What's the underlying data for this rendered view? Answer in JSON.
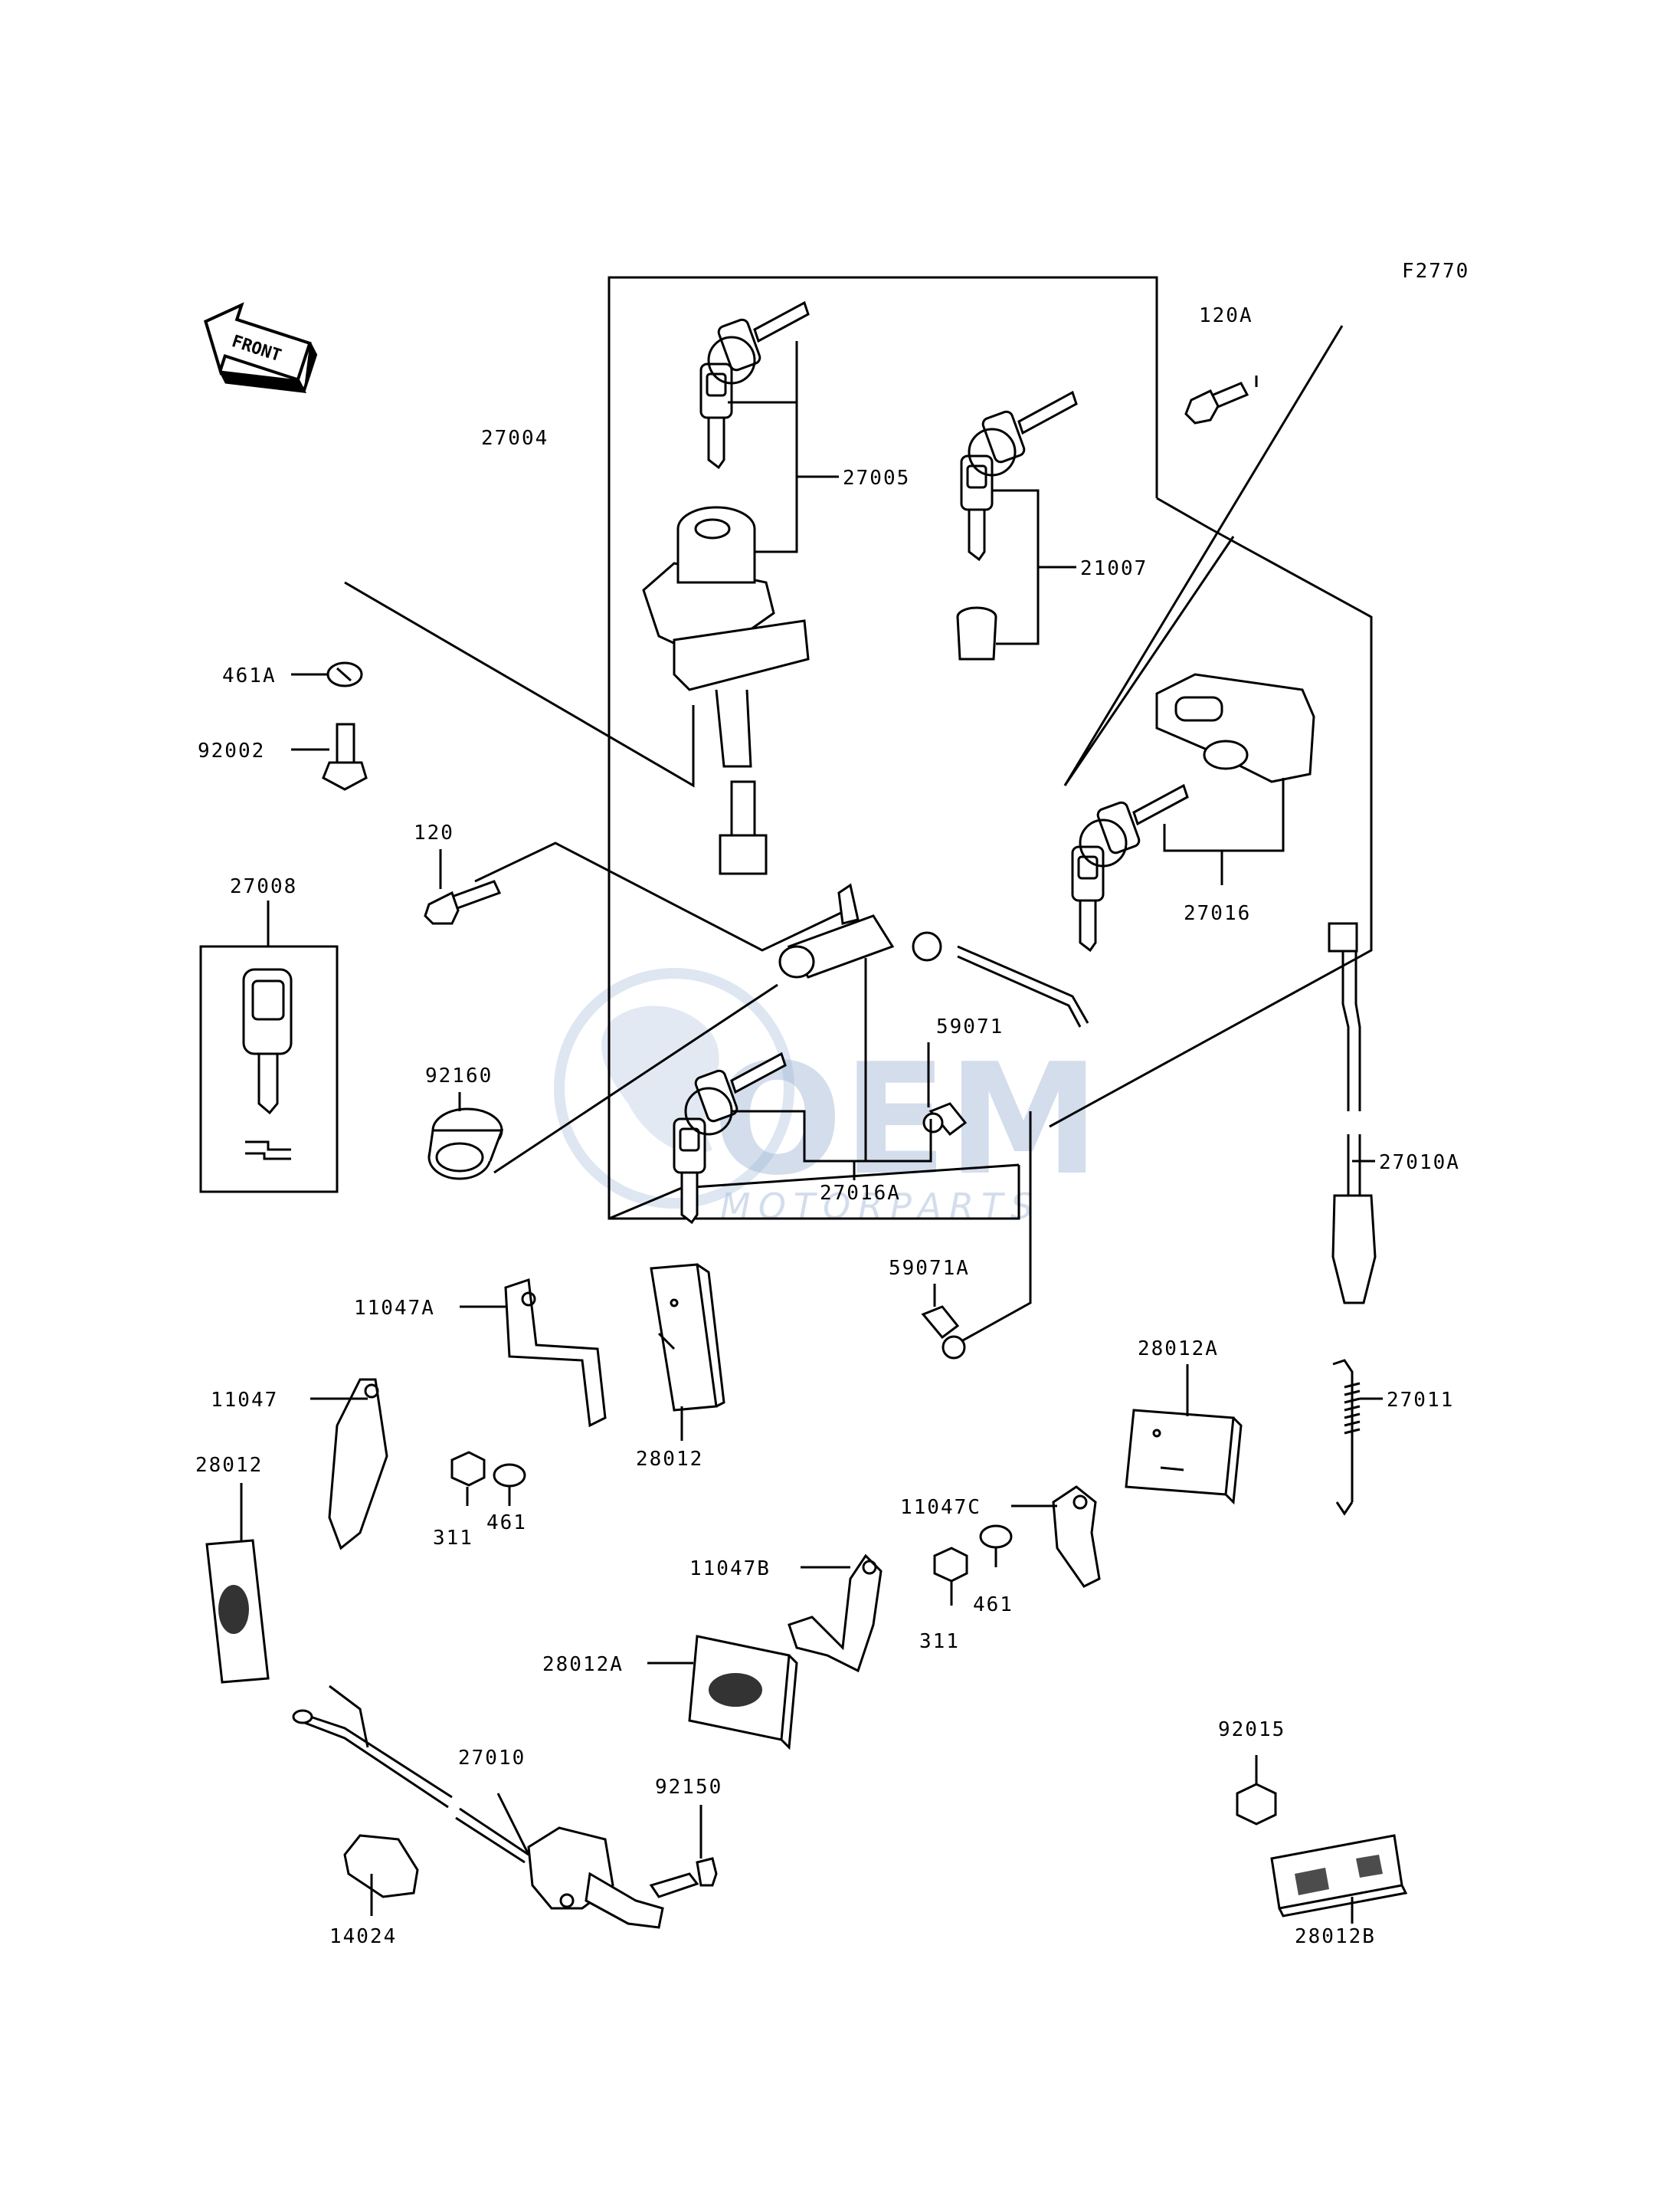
{
  "figure_code": "F2770",
  "front_label": "FRONT",
  "watermark": {
    "brand": "OEM",
    "sub": "MOTORPARTS"
  },
  "labels": {
    "p27004": "27004",
    "p27005": "27005",
    "p21007": "21007",
    "p120A": "120A",
    "p461A": "461A",
    "p92002": "92002",
    "p120": "120",
    "p27008": "27008",
    "p92160": "92160",
    "p59071": "59071",
    "p27016": "27016",
    "p27016A": "27016A",
    "p27010A": "27010A",
    "p59071A": "59071A",
    "p11047A": "11047A",
    "p11047": "11047",
    "p28012_left": "28012",
    "p28012_mid": "28012",
    "p311_left": "311",
    "p461_left": "461",
    "p28012A_right": "28012A",
    "p11047C": "11047C",
    "p27011": "27011",
    "p11047B": "11047B",
    "p311_right": "311",
    "p461_right": "461",
    "p28012A_mid": "28012A",
    "p27010": "27010",
    "p92150": "92150",
    "p14024": "14024",
    "p92015": "92015",
    "p28012B": "28012B"
  }
}
